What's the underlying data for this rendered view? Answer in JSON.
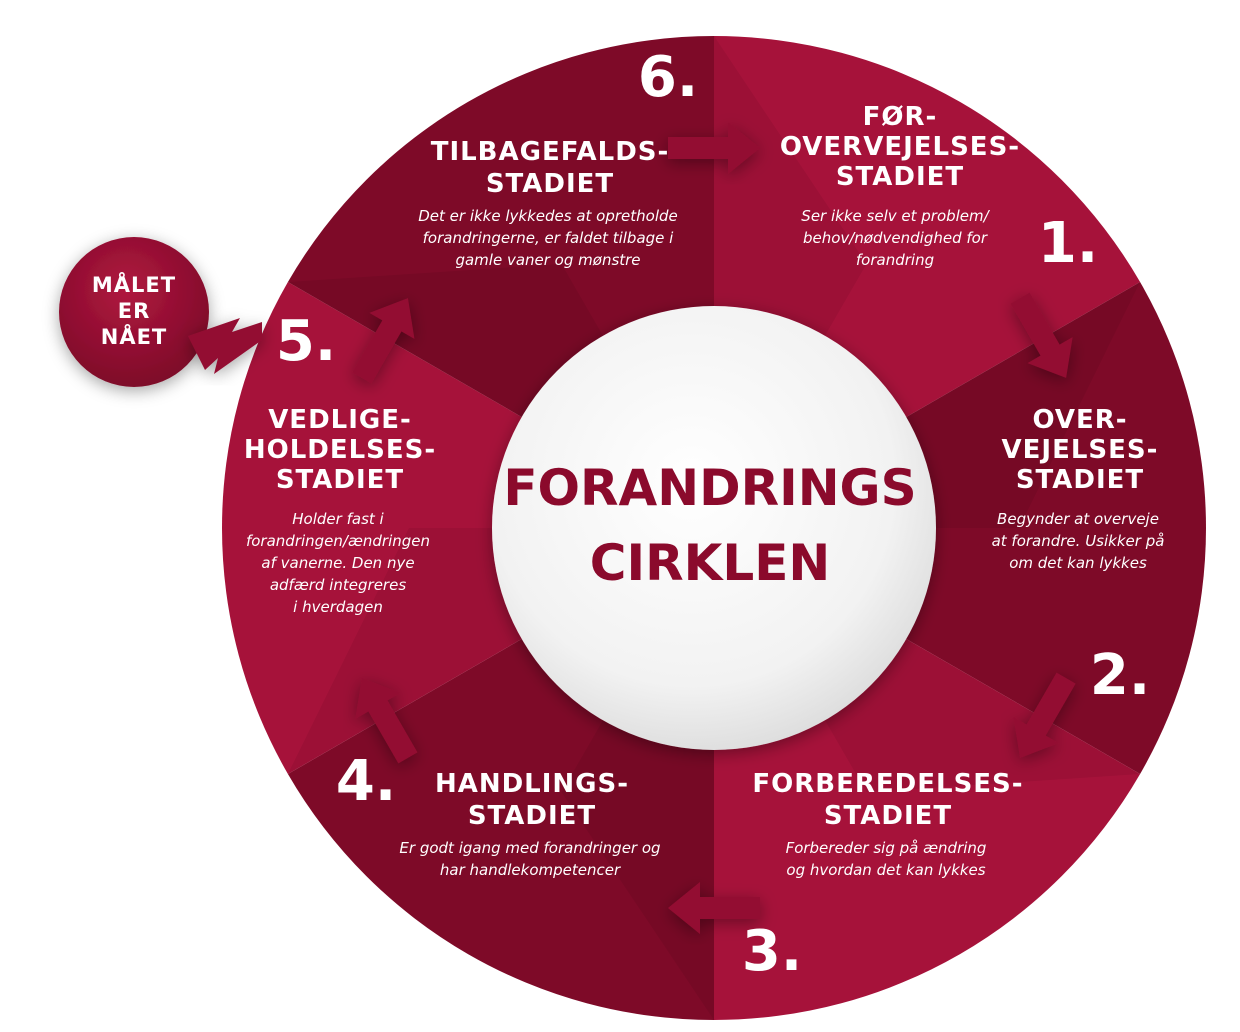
{
  "center": {
    "line1": "FORANDRINGS",
    "line2": "CIRKLEN"
  },
  "goal": {
    "line1": "MÅLET",
    "line2": "ER",
    "line3": "NÅET"
  },
  "stages": [
    {
      "number": "1.",
      "title": [
        "FØR-",
        "OVERVEJELSES-",
        "STADIET"
      ],
      "desc": [
        "Ser ikke selv et problem/",
        "behov/nødvendighed for",
        "forandring"
      ]
    },
    {
      "number": "2.",
      "title": [
        "OVER-",
        "VEJELSES-",
        "STADIET"
      ],
      "desc": [
        "Begynder at overveje",
        "at forandre. Usikker på",
        "om det kan lykkes"
      ]
    },
    {
      "number": "3.",
      "title": [
        "FORBEREDELSES-",
        "STADIET"
      ],
      "desc": [
        "Forbereder sig på ændring",
        "og hvordan det kan lykkes"
      ]
    },
    {
      "number": "4.",
      "title": [
        "HANDLINGS-",
        "STADIET"
      ],
      "desc": [
        "Er godt igang med forandringer og",
        "har handlekompetencer"
      ]
    },
    {
      "number": "5.",
      "title": [
        "VEDLIGE-",
        "HOLDELSES-",
        "STADIET"
      ],
      "desc": [
        "Holder fast i",
        "forandringen/ændringen",
        "af vanerne. Den nye",
        "adfærd integreres",
        "i hverdagen"
      ]
    },
    {
      "number": "6.",
      "title": [
        "TILBAGEFALDS-",
        "STADIET"
      ],
      "desc": [
        "Det er ikke lykkedes at opretholde",
        "forandringerne, er faldet tilbage i",
        "gamle vaner og mønstre"
      ]
    }
  ],
  "colors": {
    "ring_light": "#a6123a",
    "ring_dark": "#7e0a28",
    "ring_mid": "#930e32",
    "center_text": "#8b0a2c",
    "center_fill": "#f3f3f3"
  }
}
